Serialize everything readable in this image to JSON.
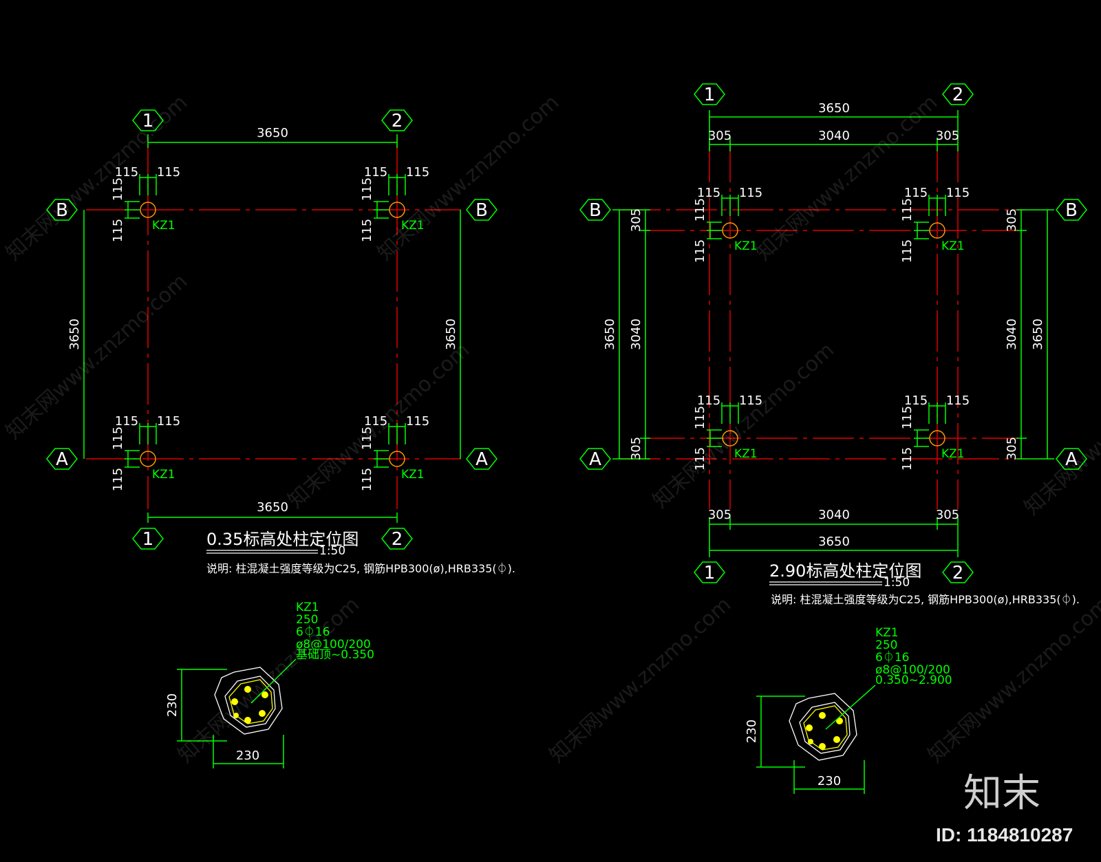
{
  "colors": {
    "background": "#000000",
    "dimension": "#00ff00",
    "axis_line": "#e00000",
    "column": "#ff9900",
    "rebar": "#ffff00",
    "text": "#ffffff"
  },
  "plan_left": {
    "axes": {
      "col1": "1",
      "col2": "2",
      "rowA": "A",
      "rowB": "B"
    },
    "dims": {
      "top": "3650",
      "bottom": "3650",
      "left": "3650",
      "right": "3650",
      "offset": "115"
    },
    "column_label": "KZ1",
    "title": "0.35标高处柱定位图",
    "scale": "1:50",
    "note": "说明: 柱混凝土强度等级为C25, 钢筋HPB300(ø),HRB335(⏀)."
  },
  "plan_right": {
    "axes": {
      "col1": "1",
      "col2": "2",
      "rowA": "A",
      "rowB": "B"
    },
    "dims": {
      "overall": "3650",
      "inner": "3040",
      "edge": "305",
      "offset": "115"
    },
    "column_label": "KZ1",
    "title": "2.90标高处柱定位图",
    "scale": "1:50",
    "note": "说明: 柱混凝土强度等级为C25, 钢筋HPB300(ø),HRB335(⏀)."
  },
  "section_left": {
    "lines": [
      "KZ1",
      "250",
      "6⏀16",
      "ø8@100/200",
      "基础顶~0.350"
    ],
    "dim_h": "230",
    "dim_v": "230"
  },
  "section_right": {
    "lines": [
      "KZ1",
      "250",
      "6⏀16",
      "ø8@100/200",
      "0.350~2.900"
    ],
    "dim_h": "230",
    "dim_v": "230"
  },
  "watermark": "知末网www.znzmo.com",
  "brand": "知末",
  "image_id": "ID: 1184810287"
}
